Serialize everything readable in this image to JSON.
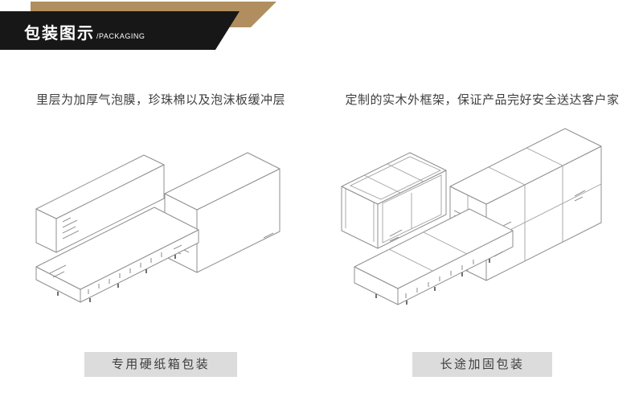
{
  "header": {
    "title": "包装图示",
    "subtitle": "/PACKAGING"
  },
  "sections": {
    "left": {
      "caption": "里层为加厚气泡膜，珍珠棉以及泡沫板缓冲层",
      "tag": "专用硬纸箱包装",
      "illustration_name": "cardboard-boxes-line-art"
    },
    "right": {
      "caption": "定制的实木外框架，保证产品完好安全送达客户家",
      "tag": "长途加固包装",
      "illustration_name": "wooden-crates-line-art"
    }
  },
  "colors": {
    "accent": "#b18e5f",
    "banner": "#171717",
    "tag_bg": "#dcdcdc",
    "tag_text": "#3d3d3d"
  }
}
